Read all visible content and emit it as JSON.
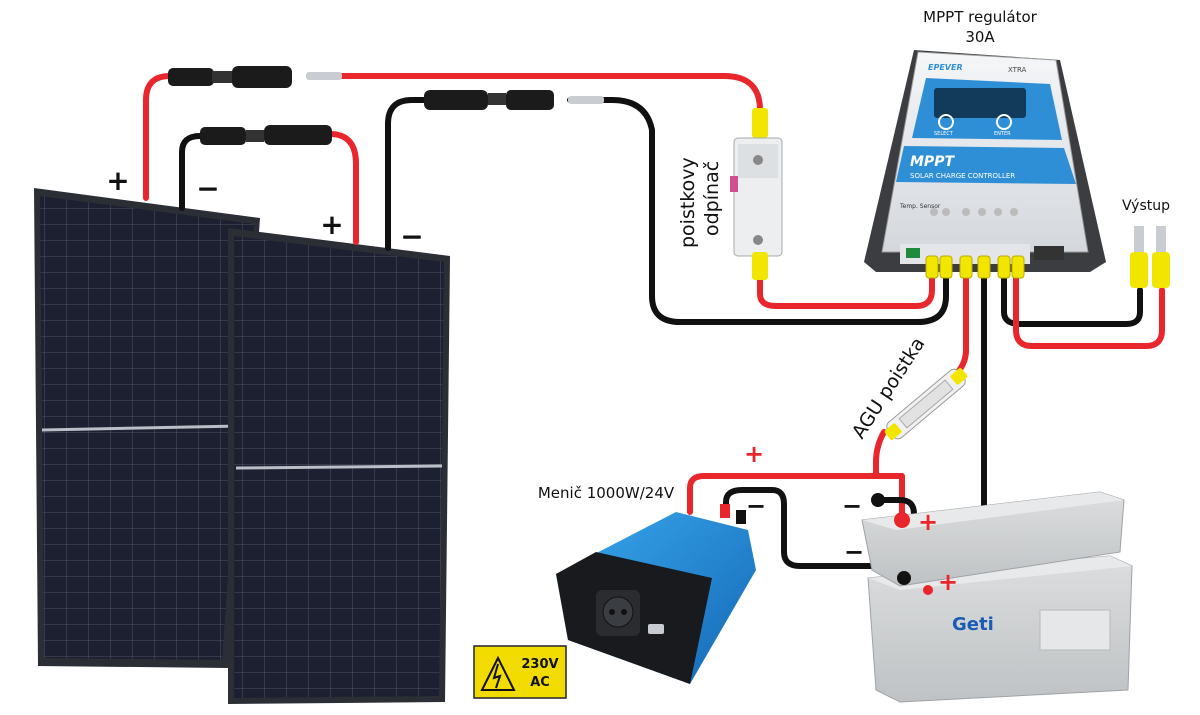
{
  "labels": {
    "mppt_title_line1": "MPPT regulátor",
    "mppt_title_line2": "30A",
    "fuse_disconnector_line1": "poistkovy",
    "fuse_disconnector_line2": "odpínač",
    "output": "Výstup",
    "agu_fuse": "AGU poistka",
    "inverter": "Menič 1000W/24V",
    "warning_line1": "230V",
    "warning_line2": "AC"
  },
  "polarity": {
    "panel1_plus": "+",
    "panel1_minus": "−",
    "panel2_plus": "+",
    "panel2_minus": "−",
    "inverter_plus": "+",
    "inverter_minus": "−",
    "battery1_minus": "−",
    "battery1_plus": "+",
    "battery2_minus": "−",
    "battery2_plus": "+"
  },
  "controller": {
    "brand": "EPEVER",
    "model": "XTRA",
    "face_title": "MPPT",
    "face_subtitle": "SOLAR CHARGE CONTROLLER",
    "button_left": "SELECT",
    "button_right": "ENTER",
    "temp_sensor": "Temp. Sensor"
  },
  "battery": {
    "brand": "Geti"
  },
  "colors": {
    "positive_wire": "#e8262b",
    "negative_wire": "#111111",
    "panel_cell": "#1c2030",
    "controller_blue": "#2f8fd6",
    "inverter_blue": "#1f8fd8",
    "battery_grey": "#cfd1d3",
    "terminal_yellow": "#f2e600"
  }
}
